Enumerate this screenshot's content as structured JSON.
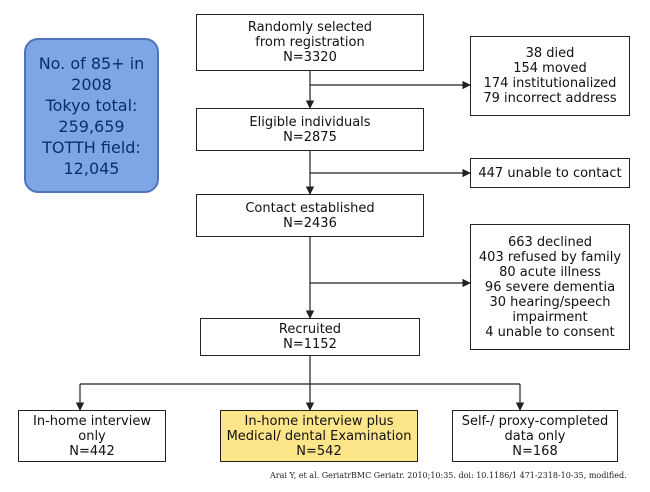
{
  "stats_box": {
    "lines": [
      "No. of 85+ in",
      "2008",
      "Tokyo total:",
      "259,659",
      "TOTTH field:",
      "12,045"
    ]
  },
  "main_boxes": [
    {
      "id": "selected",
      "lines": [
        "Randomly selected",
        "from registration",
        "N=3320"
      ]
    },
    {
      "id": "eligible",
      "lines": [
        "Eligible individuals",
        "N=2875"
      ]
    },
    {
      "id": "contact",
      "lines": [
        "Contact established",
        "N=2436"
      ]
    },
    {
      "id": "recruited",
      "lines": [
        "Recruited",
        "N=1152"
      ]
    }
  ],
  "exclusion_boxes": [
    {
      "id": "excluded-1",
      "lines": [
        "38 died",
        "154 moved",
        "174 institutionalized",
        "79 incorrect address"
      ]
    },
    {
      "id": "excluded-2",
      "lines": [
        "447 unable to contact"
      ]
    },
    {
      "id": "excluded-3",
      "lines": [
        "663 declined",
        "403 refused by family",
        "80 acute illness",
        "96 severe dementia",
        "30 hearing/speech",
        "impairment",
        "4 unable to consent"
      ]
    }
  ],
  "outcome_boxes": [
    {
      "id": "home-interview",
      "lines": [
        "In-home interview",
        "only",
        "N=442"
      ],
      "highlight": false
    },
    {
      "id": "home-plus-exam",
      "lines": [
        "In-home interview plus",
        "Medical/ dental Examination",
        "N=542"
      ],
      "highlight": true
    },
    {
      "id": "self-proxy",
      "lines": [
        "Self-/ proxy-completed",
        "data only",
        "N=168"
      ],
      "highlight": false
    }
  ],
  "citation": "Arai Y, et al. GeriatrBMC Geriatr. 2010;10:35. doi: 10.1186/1 471-2318-10-35, modified.",
  "colors": {
    "stats_fill": "#7ea6e6",
    "stats_border": "#4d74b8",
    "highlight_fill": "#fde58a",
    "line": "#222222"
  }
}
